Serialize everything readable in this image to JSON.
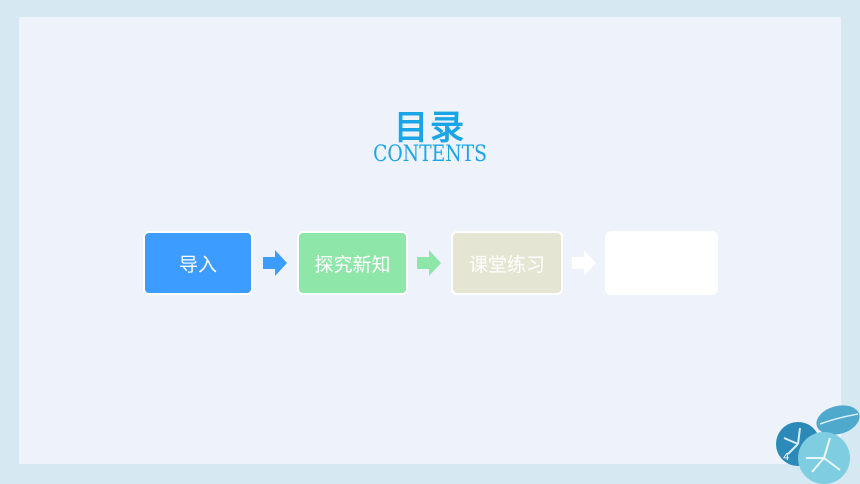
{
  "header": {
    "title": "目录",
    "subtitle": "CONTENTS"
  },
  "steps": [
    {
      "label": "导入",
      "color": "#3d9cff"
    },
    {
      "label": "探究新知",
      "color": "#8ee6a8"
    },
    {
      "label": "课堂练习",
      "color": "#e4e5d2"
    },
    {
      "label": "",
      "color": "#ffffff"
    }
  ],
  "arrows": [
    {
      "icon": "arrow-right-icon",
      "color": "#3d9cff"
    },
    {
      "icon": "arrow-right-icon",
      "color": "#8ee6a8"
    },
    {
      "icon": "arrow-right-icon",
      "color": "#ffffff"
    }
  ],
  "footer": {
    "page_number": "4",
    "decoration_icon": "monstera-leaf-icon"
  }
}
